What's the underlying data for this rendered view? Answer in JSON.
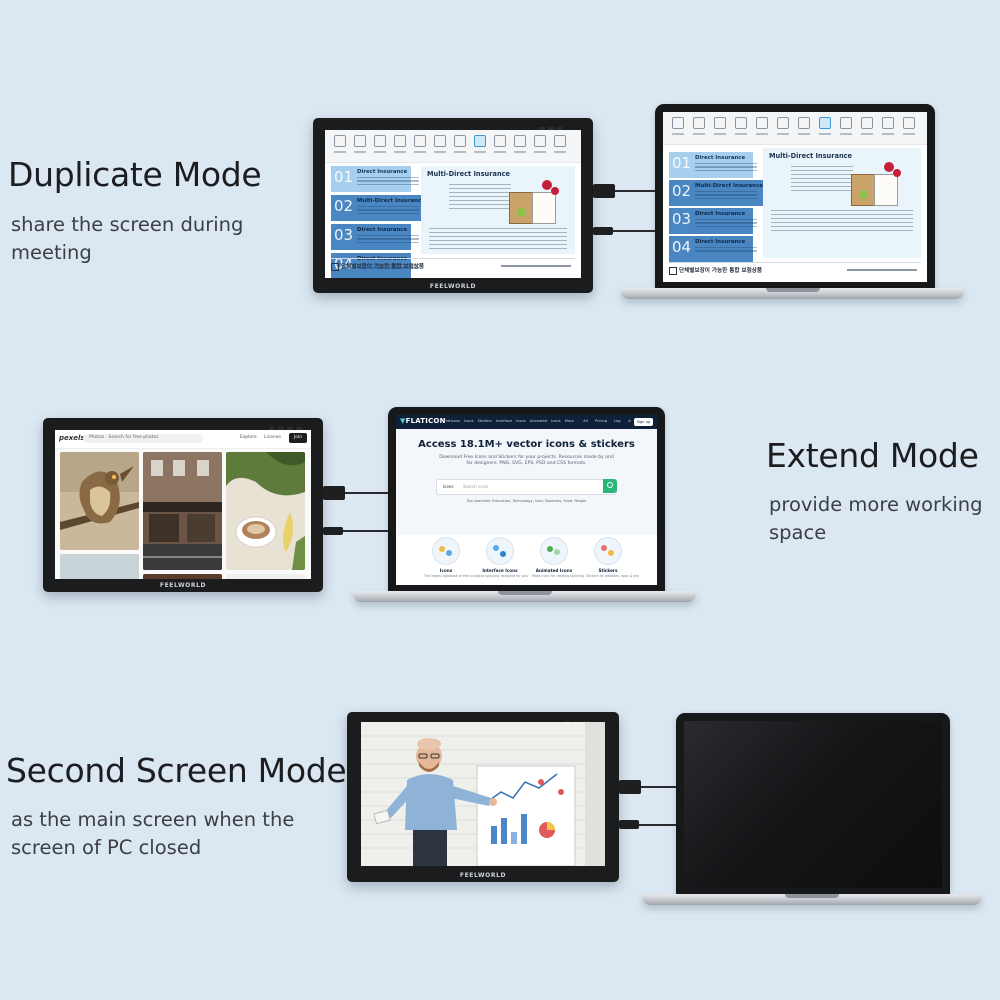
{
  "modes": [
    {
      "title": "Duplicate Mode",
      "desc_lines": [
        "share the screen during",
        "meeting"
      ]
    },
    {
      "title": "Extend Mode",
      "desc_lines": [
        "provide more working",
        "space"
      ]
    },
    {
      "title": "Second Screen Mode",
      "desc_lines": [
        "as the main screen when the",
        "screen of PC closed"
      ]
    }
  ],
  "monitor_brand": "FEELWORLD",
  "insurance": {
    "items": [
      {
        "num": "01",
        "label": "Direct Insurance"
      },
      {
        "num": "02",
        "label": "Multi-Direct Insurance"
      },
      {
        "num": "03",
        "label": "Direct Insurance"
      },
      {
        "num": "04",
        "label": "Direct Insurance"
      }
    ],
    "panel_title": "Multi-Direct Insurance",
    "footer": "단체별보장이 가능한 통합 보험상품"
  },
  "pexels": {
    "brand": "pexels",
    "search": "Photos · Search for free photos",
    "links": "Explore License",
    "join": "Join"
  },
  "flaticon": {
    "logo": "FLATICON",
    "nav": "Flaticons Icons Stickers Interface Icons Animated Icons More",
    "nav_right": "All Pricing Log in",
    "signup": "Sign up",
    "headline": "Access 18.1M+ vector icons & stickers",
    "subline": "Download Free Icons and Stickers for your projects. Resources made by and for designers. PNG, SVG, EPS, PSD and CSS formats.",
    "search_select": "Icons",
    "search_placeholder": "Search icons",
    "tags": "Top searches: Education, Technology, User, Business, Food, People",
    "categories": [
      {
        "name": "Icons",
        "desc": "The largest database of free icons"
      },
      {
        "name": "Interface Icons",
        "desc": "Icon specially designed for your"
      },
      {
        "name": "Animated Icons",
        "desc": "Make icons for creating stunning"
      },
      {
        "name": "Stickers",
        "desc": "Stickers for websites, apps & any"
      }
    ]
  },
  "colors": {
    "background": "#dbe7f1",
    "accent_blue": "#4a87c2",
    "flaticon_navy": "#0f2138",
    "flaticon_green": "#28b779"
  }
}
